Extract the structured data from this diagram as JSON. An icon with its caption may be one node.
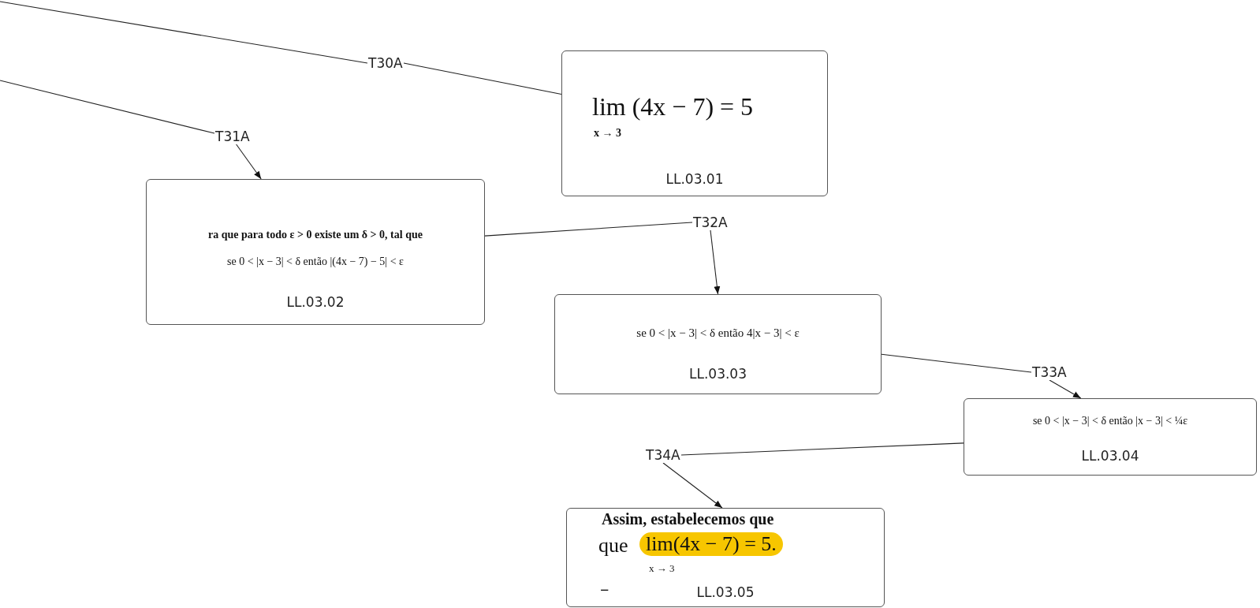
{
  "diagram": {
    "nodes": [
      {
        "text": [
          "T30A"
        ]
      },
      {
        "text": [
          "lim (4x − 7) = 5",
          "x → 3",
          "LL.03.01"
        ]
      },
      {
        "text": [
          "T31A"
        ]
      },
      {
        "text": [
          "ra que para todo ε > 0 existe um δ > 0, tal que",
          "se  0 < |x − 3| < δ  então  |(4x − 7) − 5| < ε",
          "LL.03.02"
        ]
      },
      {
        "text": [
          "T32A"
        ]
      },
      {
        "text": [
          "se  0 < |x − 3| < δ  então  4|x − 3| < ε",
          "LL.03.03"
        ]
      },
      {
        "text": [
          "T33A"
        ]
      },
      {
        "text": [
          "se  0 < |x − 3| < δ  então  |x − 3| < ¼ε",
          "LL.03.04"
        ]
      },
      {
        "text": [
          "T34A"
        ]
      },
      {
        "text": [
          "Assim, estabelecemos que",
          "que",
          "lim(4x − 7) = 5.",
          "x → 3",
          "−",
          "LL.03.05"
        ]
      }
    ],
    "edges": [
      {
        "from": null,
        "to": 0,
        "arrow": "none"
      },
      {
        "from": 0,
        "to": 1,
        "arrow": "none"
      },
      {
        "from": null,
        "to": 2,
        "arrow": "none"
      },
      {
        "from": 2,
        "to": 3,
        "arrow": "to"
      },
      {
        "from": 3,
        "to": 4,
        "arrow": "none"
      },
      {
        "from": 4,
        "to": 5,
        "arrow": "to"
      },
      {
        "from": 5,
        "to": 6,
        "arrow": "none"
      },
      {
        "from": 6,
        "to": 7,
        "arrow": "to"
      },
      {
        "from": 7,
        "to": 8,
        "arrow": "none"
      },
      {
        "from": 8,
        "to": 9,
        "arrow": "to"
      }
    ]
  }
}
